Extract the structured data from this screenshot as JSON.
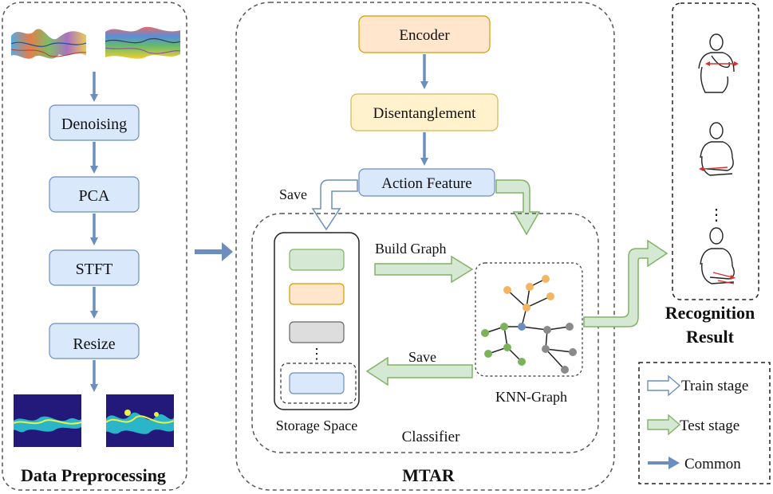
{
  "preprocessing": {
    "title": "Data Preprocessing",
    "steps": [
      "Denoising",
      "PCA",
      "STFT",
      "Resize"
    ]
  },
  "mtar": {
    "title": "MTAR",
    "encoder": "Encoder",
    "disentanglement": "Disentanglement",
    "action_feature": "Action Feature",
    "save_top": "Save",
    "classifier": {
      "title": "Classifier",
      "storage_label": "Storage Space",
      "storage_ellipsis": "⋮",
      "build_graph": "Build Graph",
      "save_bottom": "Save",
      "knn_label": "KNN-Graph"
    }
  },
  "recognition": {
    "title_line1": "Recognition",
    "title_line2": "Result",
    "ellipsis": "⋮"
  },
  "legend": {
    "train": "Train stage",
    "test": "Test stage",
    "common": "Common"
  },
  "colors": {
    "blue_fill": "#dae8fc",
    "blue_stroke": "#6c8ebf",
    "orange_fill": "#ffe6cc",
    "orange_stroke": "#d79b00",
    "yellow_fill": "#fff2cc",
    "yellow_stroke": "#d6b656",
    "green_fill": "#d5e8d4",
    "green_stroke": "#82b366",
    "gray_fill": "#dddddd",
    "gray_stroke": "#666666",
    "arrow_common": "#6c8ebf"
  }
}
